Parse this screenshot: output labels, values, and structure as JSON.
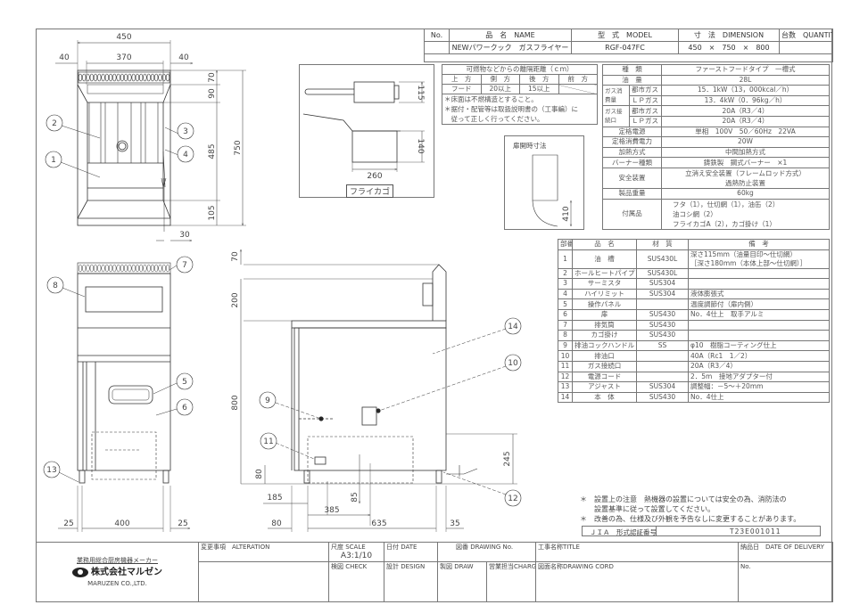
{
  "header": {
    "no": "No.",
    "name": "品　名　NAME",
    "model": "型　式　MODEL",
    "dimension": "寸　法　DIMENSION",
    "quantity": "台数　QUANTITY"
  },
  "product": {
    "name": "NEWパワークック　ガスフライヤー",
    "model": "RGF-047FC",
    "dimension": "450　×　750　×　800"
  },
  "clearance": {
    "title": "可燃物などからの離隔距離（ｃｍ）",
    "headers": [
      "上　方",
      "側　方",
      "後　方",
      "前　方"
    ],
    "values": [
      "フード",
      "20以上",
      "15以上",
      ""
    ],
    "notes": [
      "＊床面は不燃構造とすること。",
      "＊据付・配管等は取扱説明書の（工事編）に",
      "　従って正しく行ってください。"
    ]
  },
  "specs": {
    "type_label": "種　類",
    "type_value": "ファーストフードタイプ　一槽式",
    "oil_label": "油　量",
    "oil_value": "28L",
    "gas_consumption_label": "ガス消費量",
    "city_gas": "都市ガス",
    "lp_gas": "ＬＰガス",
    "gas_consumption_city": "15．1kW（13，000kcal／h）",
    "gas_consumption_lp": "13．4kW（0．96kg／h）",
    "gas_connection_label": "ガス接続口",
    "gas_connection_city": "20A（R3／4）",
    "gas_connection_lp": "20A（R3／4）",
    "power_label": "定格電源",
    "power_value": "単相　100V　50／60Hz　22VA",
    "consumption_label": "定格消費電力",
    "consumption_value": "20W",
    "heating_label": "加熱方式",
    "heating_value": "中間加熱方式",
    "burner_label": "バーナー種類",
    "burner_value": "鋳鉄製　鋼式バーナー　×1",
    "safety_label": "安全装置",
    "safety_values": [
      "立消え安全装置（フレームロッド方式）",
      "過熱防止装置"
    ],
    "weight_label": "製品重量",
    "weight_value": "60kg",
    "accessories_label": "付属品",
    "accessories_values": [
      "フタ（1），仕切網（1），油缶（2）",
      "油コシ網（2）",
      "フライカゴA（2），カゴ掛け（1）"
    ]
  },
  "basket": {
    "label": "フライカゴ",
    "height_top": "115",
    "height_side": "140",
    "width": "260"
  },
  "door_clearance": {
    "title": "扉開時寸法",
    "dim": "410"
  },
  "parts": {
    "headers": [
      "部番",
      "品　名",
      "材　質",
      "備　考"
    ],
    "rows": [
      {
        "no": "1",
        "name": "油　槽",
        "material": "SUS430L",
        "remark": [
          "深さ115mm（油量目印～仕切網）",
          "［深さ180mm（本体上部～仕切網）］"
        ]
      },
      {
        "no": "2",
        "name": "ホールヒートパイプ",
        "material": "SUS430L",
        "remark": [
          ""
        ]
      },
      {
        "no": "3",
        "name": "サーミスタ",
        "material": "SUS304",
        "remark": [
          ""
        ]
      },
      {
        "no": "4",
        "name": "ハイリミット",
        "material": "SUS304",
        "remark": [
          "液体膨張式"
        ]
      },
      {
        "no": "5",
        "name": "操作パネル",
        "material": "",
        "remark": [
          "温度調節付（扉内側）"
        ]
      },
      {
        "no": "6",
        "name": "扉",
        "material": "SUS430",
        "remark": [
          "No．4仕上　取手アルミ"
        ]
      },
      {
        "no": "7",
        "name": "排気筒",
        "material": "SUS430",
        "remark": [
          ""
        ]
      },
      {
        "no": "8",
        "name": "カゴ掛け",
        "material": "SUS430",
        "remark": [
          ""
        ]
      },
      {
        "no": "9",
        "name": "排油コックハンドル",
        "material": "SS",
        "remark": [
          "φ10　樹脂コーティング仕上"
        ]
      },
      {
        "no": "10",
        "name": "排油口",
        "material": "",
        "remark": [
          "40A（Rc1　1／2）"
        ]
      },
      {
        "no": "11",
        "name": "ガス接続口",
        "material": "",
        "remark": [
          "20A（R3／4）"
        ]
      },
      {
        "no": "12",
        "name": "電源コード",
        "material": "",
        "remark": [
          "2．5m　接地アダプター付"
        ]
      },
      {
        "no": "13",
        "name": "アジャスト",
        "material": "SUS304",
        "remark": [
          "調整幅：－5～＋20mm"
        ]
      },
      {
        "no": "14",
        "name": "本　体",
        "material": "SUS430",
        "remark": [
          "No．4仕上"
        ]
      }
    ]
  },
  "notes": [
    "＊　設置上の注意　熱機器の設置については安全の為、消防法の",
    "　　設置基準に従って設置してください。",
    "＊　改善の為、仕様及び外観を予告なしに変更することがあります。"
  ],
  "jia": {
    "label": "ＪＩＡ　形式認証番号",
    "value": "T23E001011"
  },
  "dimensions": {
    "top": {
      "width": "450",
      "inner": "370",
      "left": "40",
      "right": "40",
      "h70": "70",
      "h90": "90",
      "h485": "485",
      "h105": "105",
      "depth": "750",
      "offset": "30"
    },
    "front": {
      "left": "25",
      "width": "400",
      "right": "25"
    },
    "side": {
      "h70": "70",
      "h200": "200",
      "h800": "800",
      "h245": "245",
      "d80": "80",
      "d635": "635",
      "d35": "35",
      "d185": "185",
      "d385": "385",
      "v85": "85",
      "v80": "80"
    }
  },
  "footer": {
    "company_tagline": "業務用総合厨房機器メーカー",
    "company_name": "株式会社マルゼン",
    "company_en": "MARUZEN CO.,LTD.",
    "alteration": "変更事項　ALTERATION",
    "scale_label": "尺度 SCALE",
    "scale_value": "A3:1/10",
    "date": "日付 DATE",
    "check": "検図 CHECK",
    "design": "設計 DESIGN",
    "drawing_no": "図番 DRAWING No.",
    "draw": "製図 DRAW",
    "charge": "営業担当CHARGE",
    "title": "工事名称TITLE",
    "drawing_cord": "図面名称DRAWING CORD",
    "delivery": "納品日　DATE OF DELIVERY",
    "no": "No."
  }
}
